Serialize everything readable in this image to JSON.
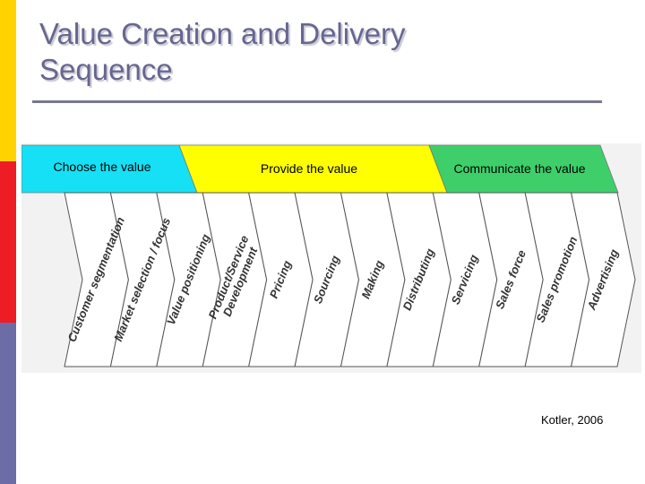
{
  "slide": {
    "title_line1": "Value Creation and Delivery",
    "title_line2": "Sequence",
    "credit": "Kotler, 2006"
  },
  "colors": {
    "sidebar": [
      "#ffd200",
      "#ee1c24",
      "#6c6ca6"
    ],
    "choose": "#16e0f5",
    "provide": "#ffff00",
    "communicate": "#3ecf6b",
    "title": "#66668f"
  },
  "phases": [
    {
      "label": "Choose the value",
      "color": "#16e0f5"
    },
    {
      "label": "Provide the value",
      "color": "#ffff00"
    },
    {
      "label": "Communicate the value",
      "color": "#3ecf6b"
    }
  ],
  "steps": [
    {
      "lines": [
        "Customer segmentation"
      ]
    },
    {
      "lines": [
        "Market selection / focus"
      ]
    },
    {
      "lines": [
        "Value positioning"
      ]
    },
    {
      "lines": [
        "Product/Service",
        "Development"
      ]
    },
    {
      "lines": [
        "Pricing"
      ]
    },
    {
      "lines": [
        "Sourcing"
      ]
    },
    {
      "lines": [
        "Making"
      ]
    },
    {
      "lines": [
        "Distributing"
      ]
    },
    {
      "lines": [
        "Servicing"
      ]
    },
    {
      "lines": [
        "Sales force"
      ]
    },
    {
      "lines": [
        "Sales promotion"
      ]
    },
    {
      "lines": [
        "Advertising"
      ]
    }
  ]
}
